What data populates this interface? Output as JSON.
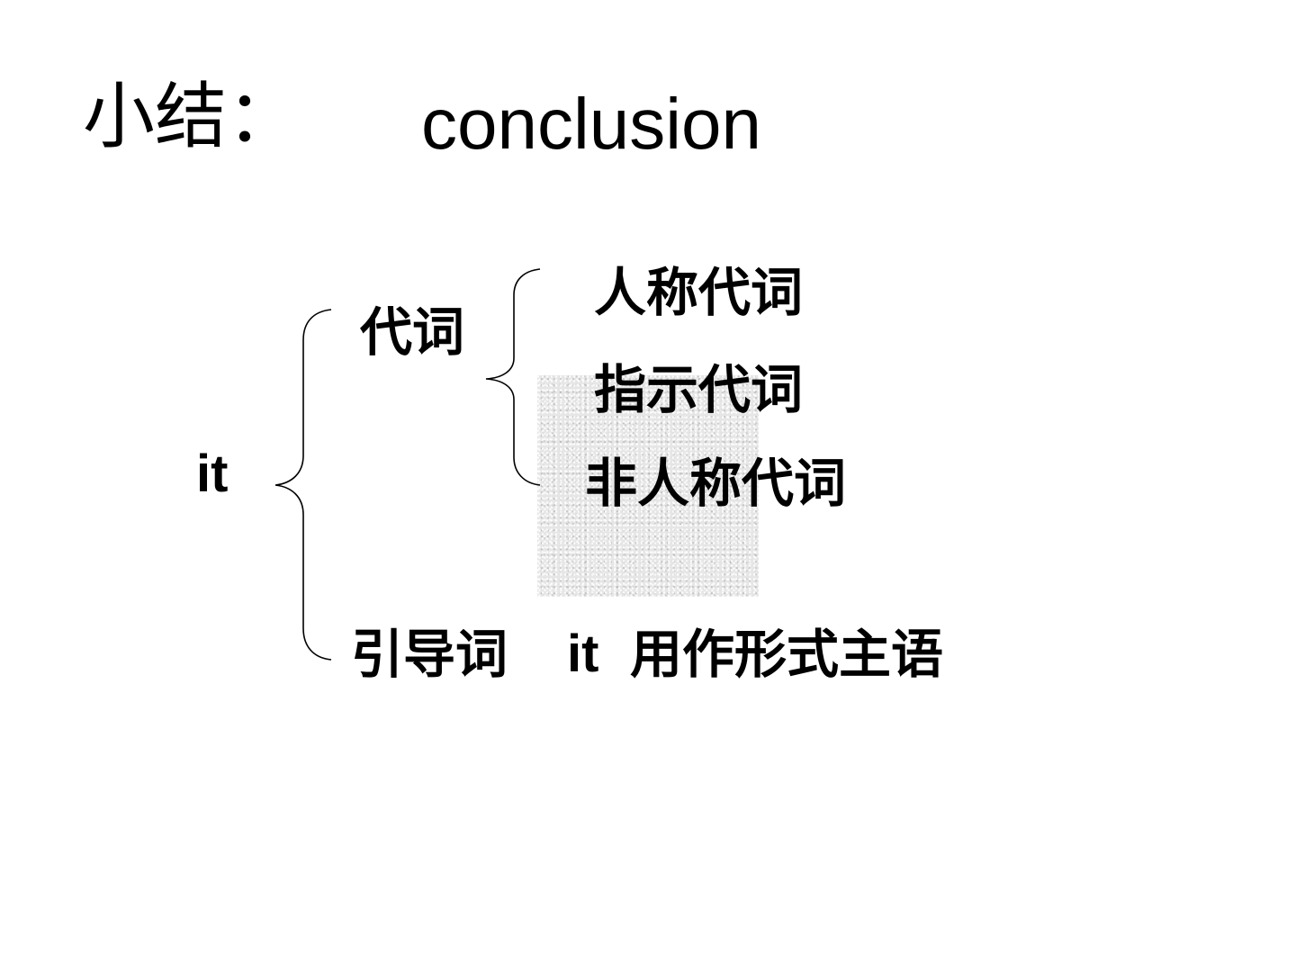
{
  "slide": {
    "title_cn": "小结：",
    "title_en": "conclusion"
  },
  "tree": {
    "root": "it",
    "branch_pronoun": "代词",
    "personal_pronoun": "人称代词",
    "demonstrative_pronoun": "指示代词",
    "impersonal_pronoun": "非人称代词",
    "introductory_prefix": "引导词",
    "introductory_it": "it",
    "introductory_suffix": "用作形式主语"
  }
}
